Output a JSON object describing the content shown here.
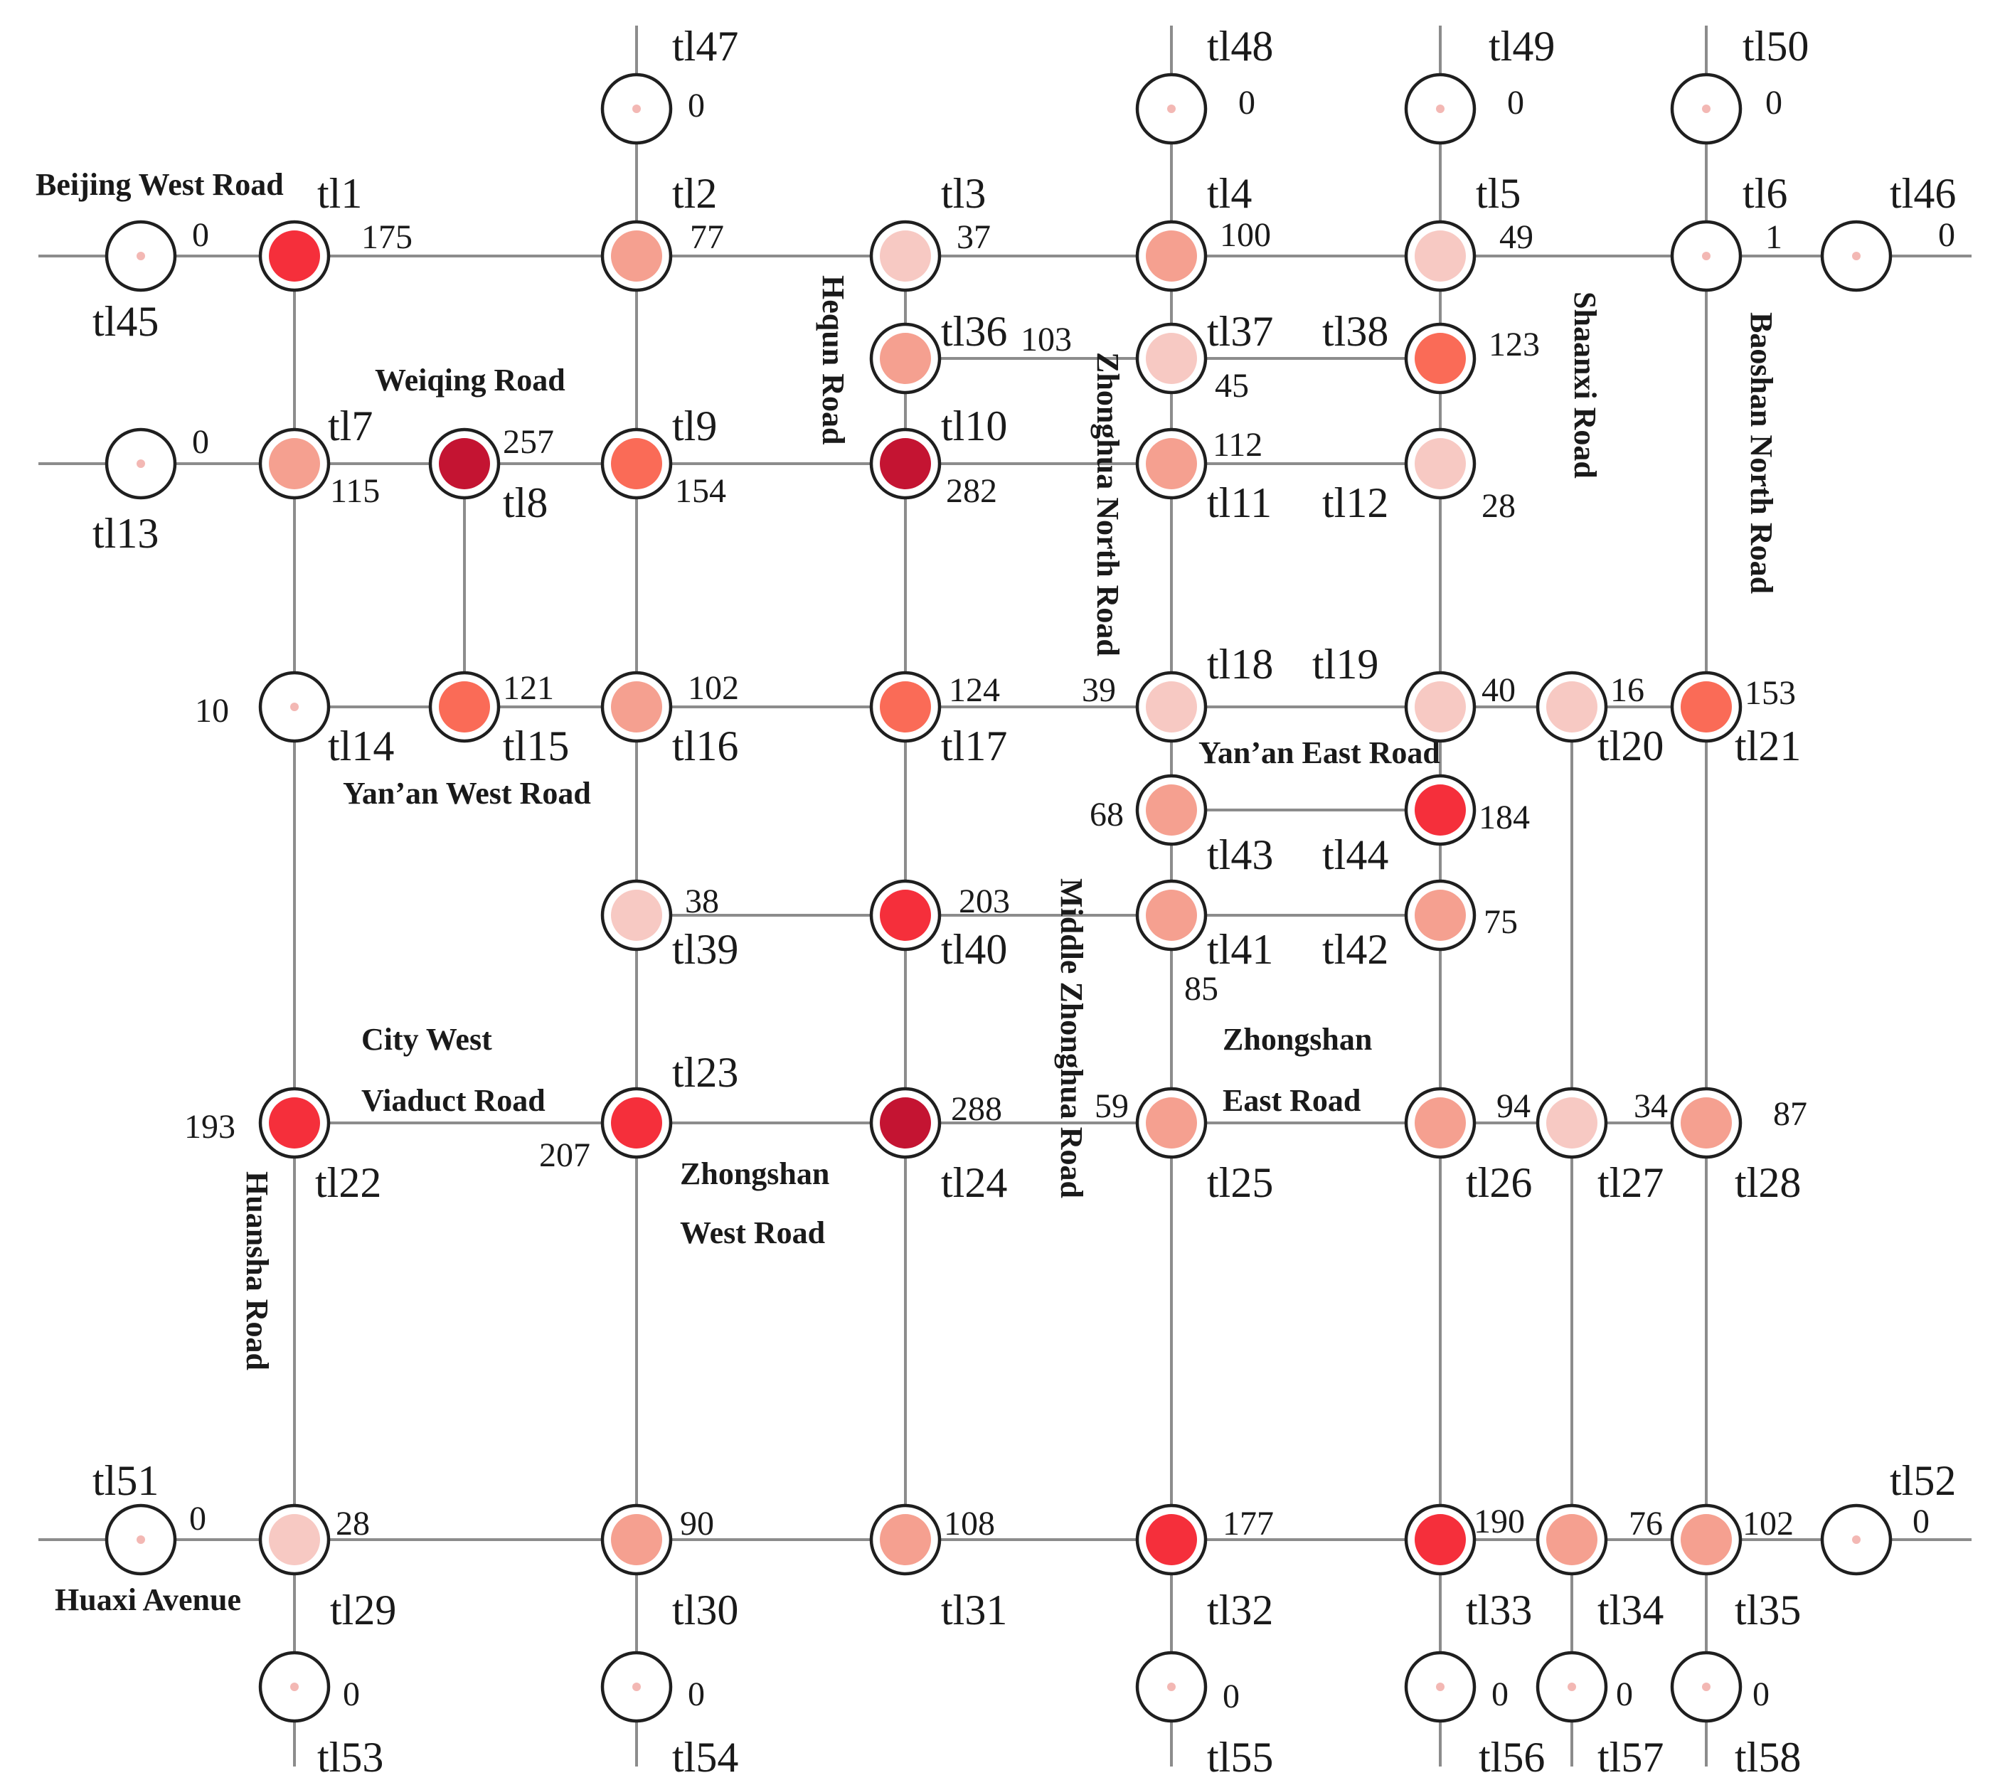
{
  "heat_colors": [
    "#ffffff",
    "#f7c9c3",
    "#f5a090",
    "#fa6b57",
    "#f52f3b",
    "#c41432"
  ],
  "nodes": [
    {
      "id": "tl1",
      "value": "175",
      "heat": 4
    },
    {
      "id": "tl2",
      "value": "77",
      "heat": 2
    },
    {
      "id": "tl3",
      "value": "37",
      "heat": 1
    },
    {
      "id": "tl4",
      "value": "100",
      "heat": 2
    },
    {
      "id": "tl5",
      "value": "49",
      "heat": 1
    },
    {
      "id": "tl6",
      "value": "1",
      "heat": 0
    },
    {
      "id": "tl7",
      "value": "115",
      "heat": 2
    },
    {
      "id": "tl8",
      "value": "257",
      "heat": 5
    },
    {
      "id": "tl9",
      "value": "154",
      "heat": 3
    },
    {
      "id": "tl10",
      "value": "282",
      "heat": 5
    },
    {
      "id": "tl11",
      "value": "112",
      "heat": 2
    },
    {
      "id": "tl12",
      "value": "28",
      "heat": 1
    },
    {
      "id": "tl13",
      "value": "0",
      "heat": 0
    },
    {
      "id": "tl14",
      "value": "10",
      "heat": 0
    },
    {
      "id": "tl15",
      "value": "121",
      "heat": 3
    },
    {
      "id": "tl16",
      "value": "102",
      "heat": 2
    },
    {
      "id": "tl17",
      "value": "124",
      "heat": 3
    },
    {
      "id": "tl18",
      "value": "39",
      "heat": 1
    },
    {
      "id": "tl19",
      "value": "40",
      "heat": 1
    },
    {
      "id": "tl20",
      "value": "16",
      "heat": 1
    },
    {
      "id": "tl21",
      "value": "153",
      "heat": 3
    },
    {
      "id": "tl22",
      "value": "193",
      "heat": 4
    },
    {
      "id": "tl23",
      "value": "207",
      "heat": 4
    },
    {
      "id": "tl24",
      "value": "288",
      "heat": 5
    },
    {
      "id": "tl25",
      "value": "59",
      "heat": 2
    },
    {
      "id": "tl26",
      "value": "94",
      "heat": 2
    },
    {
      "id": "tl27",
      "value": "34",
      "heat": 1
    },
    {
      "id": "tl28",
      "value": "87",
      "heat": 2
    },
    {
      "id": "tl29",
      "value": "28",
      "heat": 1
    },
    {
      "id": "tl30",
      "value": "90",
      "heat": 2
    },
    {
      "id": "tl31",
      "value": "108",
      "heat": 2
    },
    {
      "id": "tl32",
      "value": "177",
      "heat": 4
    },
    {
      "id": "tl33",
      "value": "190",
      "heat": 4
    },
    {
      "id": "tl34",
      "value": "76",
      "heat": 2
    },
    {
      "id": "tl35",
      "value": "102",
      "heat": 2
    },
    {
      "id": "tl36",
      "value": "103",
      "heat": 2
    },
    {
      "id": "tl37",
      "value": "45",
      "heat": 1
    },
    {
      "id": "tl38",
      "value": "123",
      "heat": 3
    },
    {
      "id": "tl39",
      "value": "38",
      "heat": 1
    },
    {
      "id": "tl40",
      "value": "203",
      "heat": 4
    },
    {
      "id": "tl41",
      "value": "85",
      "heat": 2
    },
    {
      "id": "tl42",
      "value": "75",
      "heat": 2
    },
    {
      "id": "tl43",
      "value": "68",
      "heat": 2
    },
    {
      "id": "tl44",
      "value": "184",
      "heat": 4
    },
    {
      "id": "tl45",
      "value": "0",
      "heat": 0
    },
    {
      "id": "tl46",
      "value": "0",
      "heat": 0
    },
    {
      "id": "tl47",
      "value": "0",
      "heat": 0
    },
    {
      "id": "tl48",
      "value": "0",
      "heat": 0
    },
    {
      "id": "tl49",
      "value": "0",
      "heat": 0
    },
    {
      "id": "tl50",
      "value": "0",
      "heat": 0
    },
    {
      "id": "tl51",
      "value": "0",
      "heat": 0
    },
    {
      "id": "tl52",
      "value": "0",
      "heat": 0
    },
    {
      "id": "tl53",
      "value": "0",
      "heat": 0
    },
    {
      "id": "tl54",
      "value": "0",
      "heat": 0
    },
    {
      "id": "tl55",
      "value": "0",
      "heat": 0
    },
    {
      "id": "tl56",
      "value": "0",
      "heat": 0
    },
    {
      "id": "tl57",
      "value": "0",
      "heat": 0
    },
    {
      "id": "tl58",
      "value": "0",
      "heat": 0
    }
  ],
  "roads": [
    "Beijing West Road",
    "Weiqing Road",
    "Hequn Road",
    "Zhonghua North Road",
    "Shaanxi Road",
    "Baoshan North Road",
    "Yan’an West Road",
    "Yan’an East Road",
    "Middle Zhonghua Road",
    "City West",
    "Viaduct Road",
    "Zhongshan",
    "West Road",
    "Zhongshan",
    "East Road",
    "Huansha Road",
    "Huaxi Avenue"
  ]
}
